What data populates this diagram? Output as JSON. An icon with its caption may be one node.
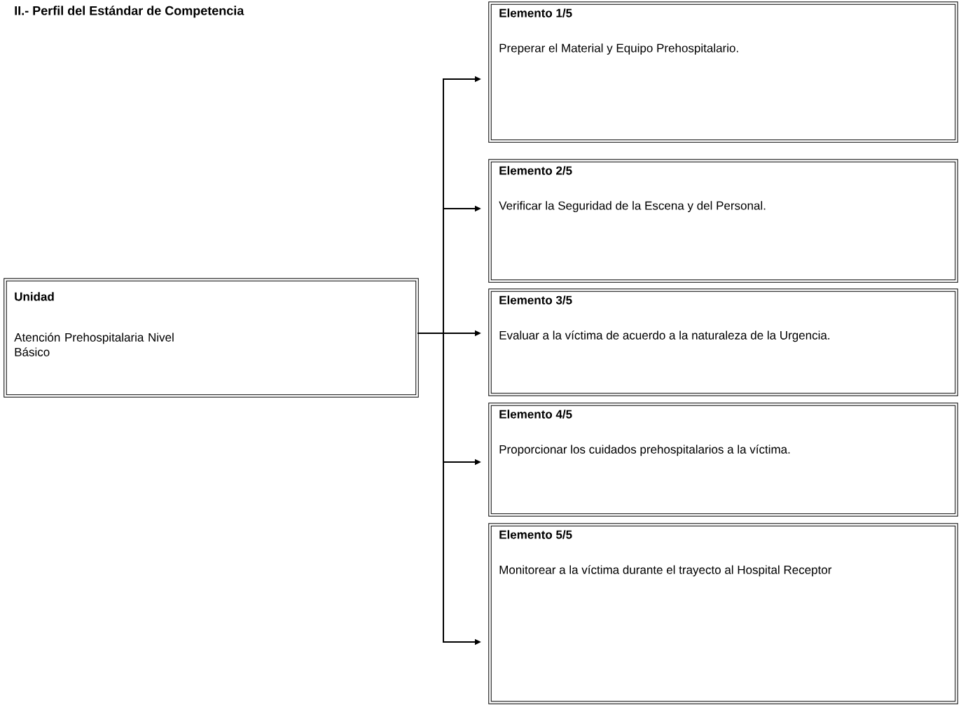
{
  "diagram": {
    "title": "II.- Perfil del Estándar de Competencia",
    "nodes": [
      {
        "text": [
          "Unidad",
          "Atención Prehospitalaria Nivel Básico"
        ]
      },
      {
        "text": [
          "Elemento 1/5",
          "Preperar el Material y Equipo Prehospitalario."
        ]
      },
      {
        "text": [
          "Elemento 2/5",
          "Verificar la Seguridad de la Escena y del Personal."
        ]
      },
      {
        "text": [
          "Elemento 3/5",
          "Evaluar a la víctima de acuerdo a la naturaleza de la Urgencia."
        ]
      },
      {
        "text": [
          "Elemento 4/5",
          "Proporcionar los cuidados prehospitalarios a la víctima."
        ]
      },
      {
        "text": [
          "Elemento 5/5",
          "Monitorear a la víctima durante el trayecto al Hospital Receptor"
        ]
      }
    ],
    "edges": [
      {
        "from": 0,
        "to": 1,
        "arrow": "to"
      },
      {
        "from": 0,
        "to": 2,
        "arrow": "to"
      },
      {
        "from": 0,
        "to": 3,
        "arrow": "to"
      },
      {
        "from": 0,
        "to": 4,
        "arrow": "to"
      },
      {
        "from": 0,
        "to": 5,
        "arrow": "to"
      }
    ]
  }
}
